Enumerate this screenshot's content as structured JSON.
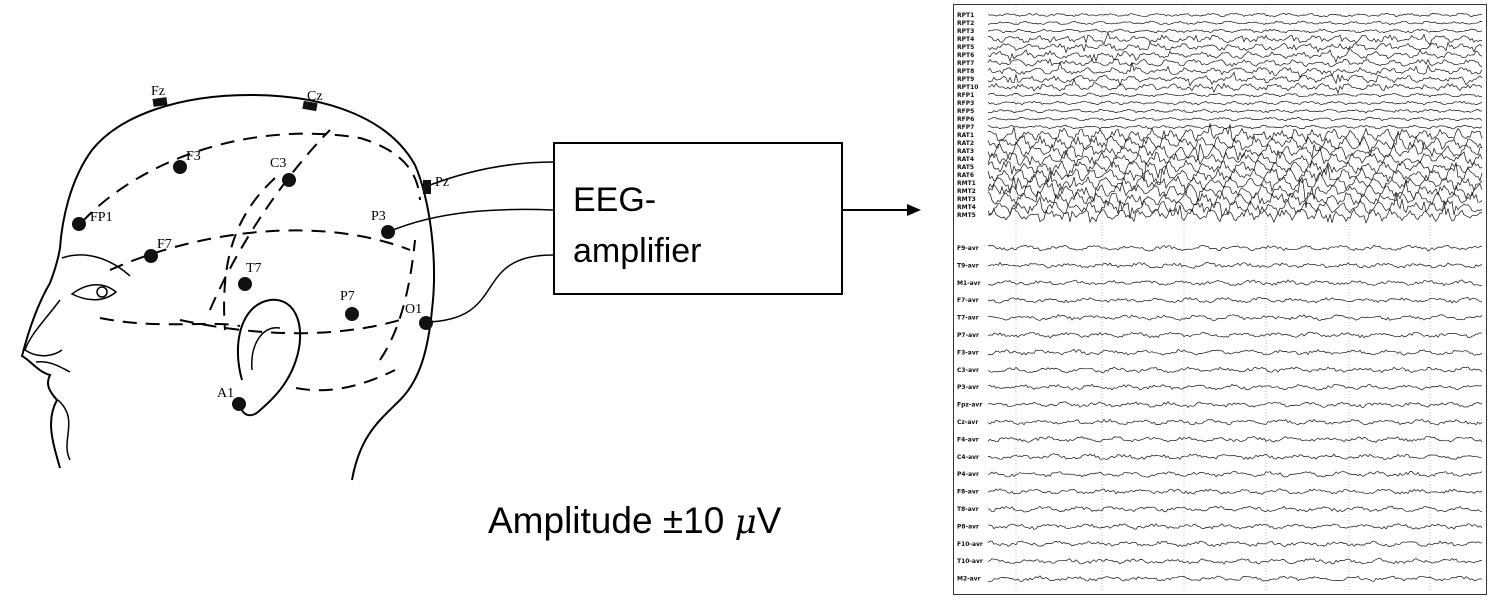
{
  "electrodes": [
    "Fz",
    "Cz",
    "F3",
    "C3",
    "Pz",
    "FP1",
    "F7",
    "P3",
    "T7",
    "P7",
    "O1",
    "A1"
  ],
  "amplifier": {
    "line1": "EEG-",
    "line2": "amplifier"
  },
  "amplitude": {
    "prefix": "Amplitude ±10 ",
    "mu": "μ",
    "unit": "V"
  },
  "eeg": {
    "top_channels": [
      "RPT1",
      "RPT2",
      "RPT3",
      "RPT4",
      "RPT5",
      "RPT6",
      "RPT7",
      "RPT8",
      "RPT9",
      "RPT10",
      "RFP1",
      "RFP3",
      "RFP5",
      "RFP6",
      "RFP7",
      "RAT1",
      "RAT2",
      "RAT3",
      "RAT4",
      "RAT5",
      "RAT6",
      "RMT1",
      "RMT2",
      "RMT3",
      "RMT4",
      "RMT5"
    ],
    "bottom_channels": [
      "F9-avr",
      "T9-avr",
      "M1-avr",
      "F7-avr",
      "T7-avr",
      "P7-avr",
      "F3-avr",
      "C3-avr",
      "P3-avr",
      "Fpz-avr",
      "Cz-avr",
      "F4-avr",
      "C4-avr",
      "P4-avr",
      "F8-avr",
      "T8-avr",
      "P8-avr",
      "F10-avr",
      "T10-avr",
      "M2-avr"
    ]
  }
}
